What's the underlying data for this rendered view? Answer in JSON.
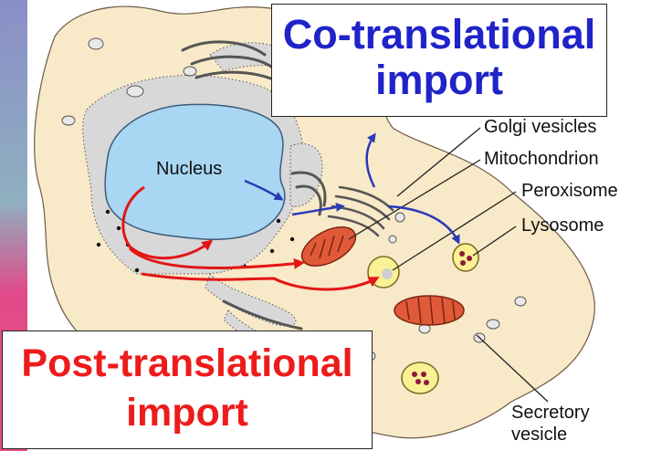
{
  "labels": {
    "nucleus": "Nucleus",
    "golgi_vesicles": "Golgi vesicles",
    "mitochondrion": "Mitochondrion",
    "peroxisome": "Peroxisome",
    "lysosome": "Lysosome",
    "secretory_line1": "Secretory",
    "secretory_line2": "vesicle"
  },
  "titles": {
    "co_line1": "Co-translational",
    "co_line2": "import",
    "post_line1": "Post-translational",
    "post_line2": "import"
  },
  "colors": {
    "cell_fill": "#f8e9c8",
    "nucleus_fill": "#a9d6f2",
    "er_fill": "#d8d8d8",
    "mito_fill": "#e05a3a",
    "peroxisome_fill": "#faf094",
    "co_text": "#1f23c8",
    "post_text": "#ee1b1b",
    "blue_arrow": "#2a3ab8",
    "red_arrow": "#e31515",
    "side_bar_top": "#8a8ec8",
    "side_bar_bottom": "#e2407a"
  }
}
